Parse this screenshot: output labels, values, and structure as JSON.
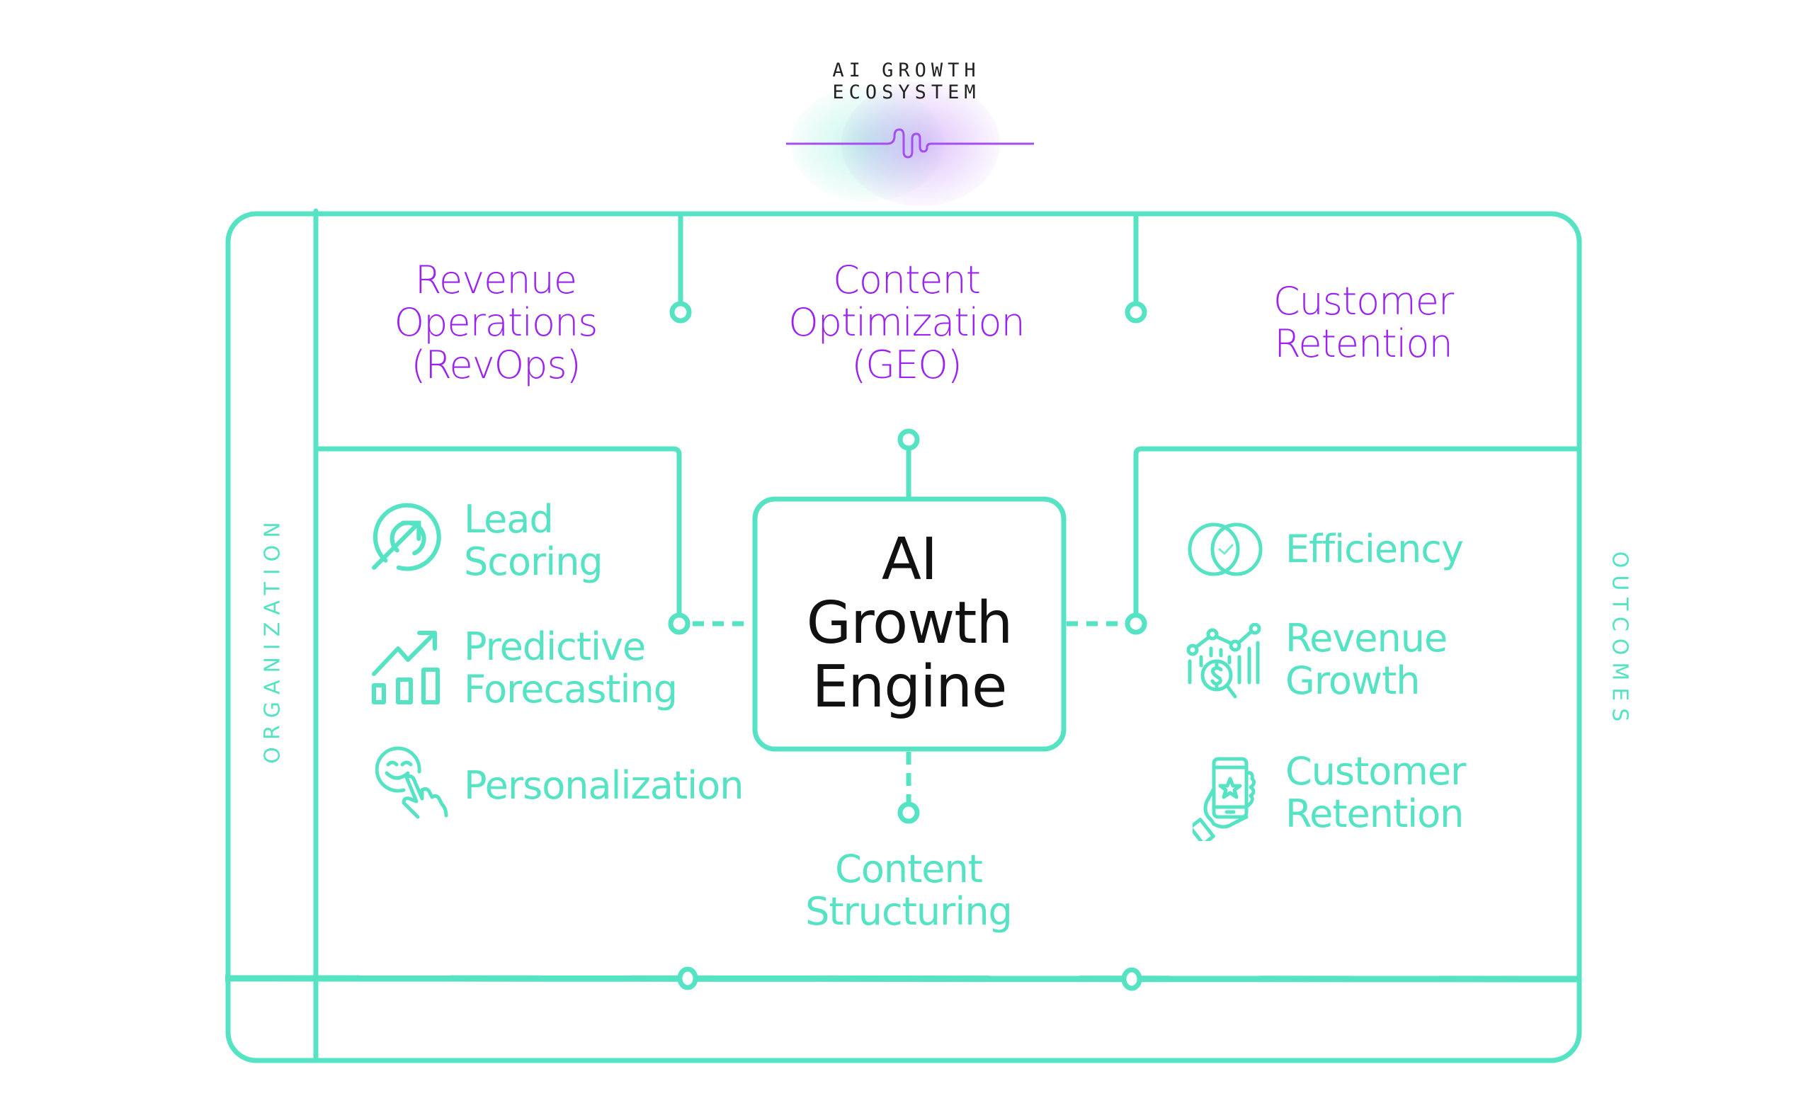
{
  "header": {
    "title": "AI GROWTH ECOSYSTEM",
    "logo_icon": "waveform-glow-icon"
  },
  "colors": {
    "accent_teal": "#55e3c4",
    "accent_purple": "#9b22f0",
    "engine_text": "#111111",
    "title_text": "#222222"
  },
  "side_labels": {
    "left": "ORGANIZATION",
    "right": "OUTCOMES"
  },
  "top_categories": [
    {
      "lines": [
        "Revenue",
        "Operations",
        "(RevOps)"
      ]
    },
    {
      "lines": [
        "Content",
        "Optimization",
        "(GEO)"
      ]
    },
    {
      "lines": [
        "Customer",
        "Retention"
      ]
    }
  ],
  "engine": {
    "lines": [
      "AI",
      "Growth",
      "Engine"
    ]
  },
  "left_items": [
    {
      "icon": "target-arrow-icon",
      "lines": [
        "Lead",
        "Scoring"
      ]
    },
    {
      "icon": "growth-chart-icon",
      "lines": [
        "Predictive",
        "Forecasting"
      ]
    },
    {
      "icon": "smiley-touch-icon",
      "lines": [
        "Personalization"
      ]
    }
  ],
  "right_items": [
    {
      "icon": "venn-check-icon",
      "lines": [
        "Efficiency"
      ]
    },
    {
      "icon": "revenue-analytics-icon",
      "lines": [
        "Revenue",
        "Growth"
      ]
    },
    {
      "icon": "phone-star-icon",
      "lines": [
        "Customer",
        "Retention"
      ]
    }
  ],
  "bottom_item": {
    "lines": [
      "Content",
      "Structuring"
    ]
  }
}
